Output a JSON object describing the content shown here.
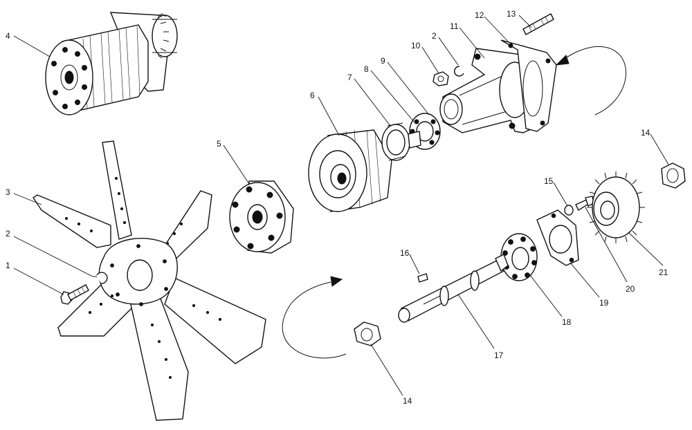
{
  "callouts": {
    "c1": "1",
    "c2a": "2",
    "c2b": "2",
    "c3": "3",
    "c4": "4",
    "c5": "5",
    "c6": "6",
    "c7": "7",
    "c8": "8",
    "c9": "9",
    "c10": "10",
    "c11": "11",
    "c12": "12",
    "c13": "13",
    "c14a": "14",
    "c14b": "14",
    "c15": "15",
    "c16": "16",
    "c17": "17",
    "c18": "18",
    "c19": "19",
    "c20": "20",
    "c21": "21"
  }
}
